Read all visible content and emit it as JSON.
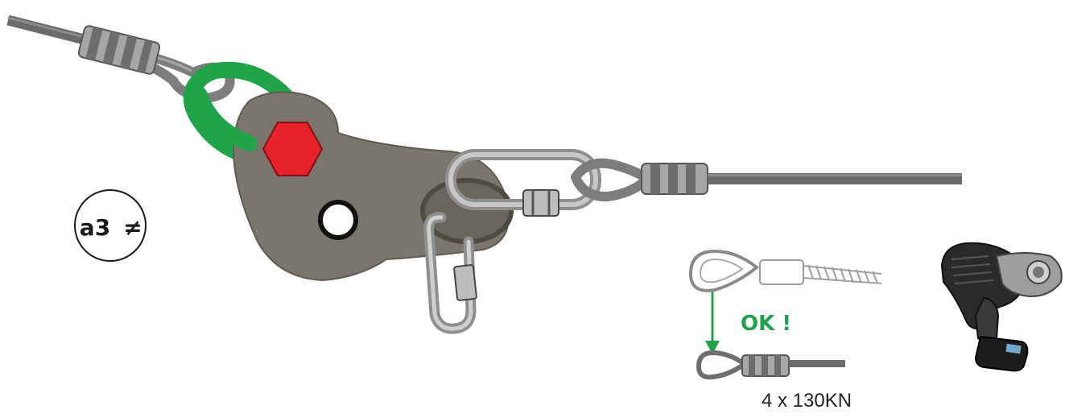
{
  "labels": {
    "marker": "a3",
    "marker_symbol": "≠",
    "status": "OK !",
    "rating": "4 x 130KN"
  },
  "colors": {
    "cable": "#6b6b6b",
    "plate": "#7a766d",
    "sling": "#21a34a",
    "bolt": "#e8222b",
    "ok_green": "#22a14a",
    "hardware": "#bdbdbd"
  },
  "icons": {
    "bolt": "hexagon-bolt-icon",
    "tool": "hydraulic-crimping-tool-icon"
  }
}
